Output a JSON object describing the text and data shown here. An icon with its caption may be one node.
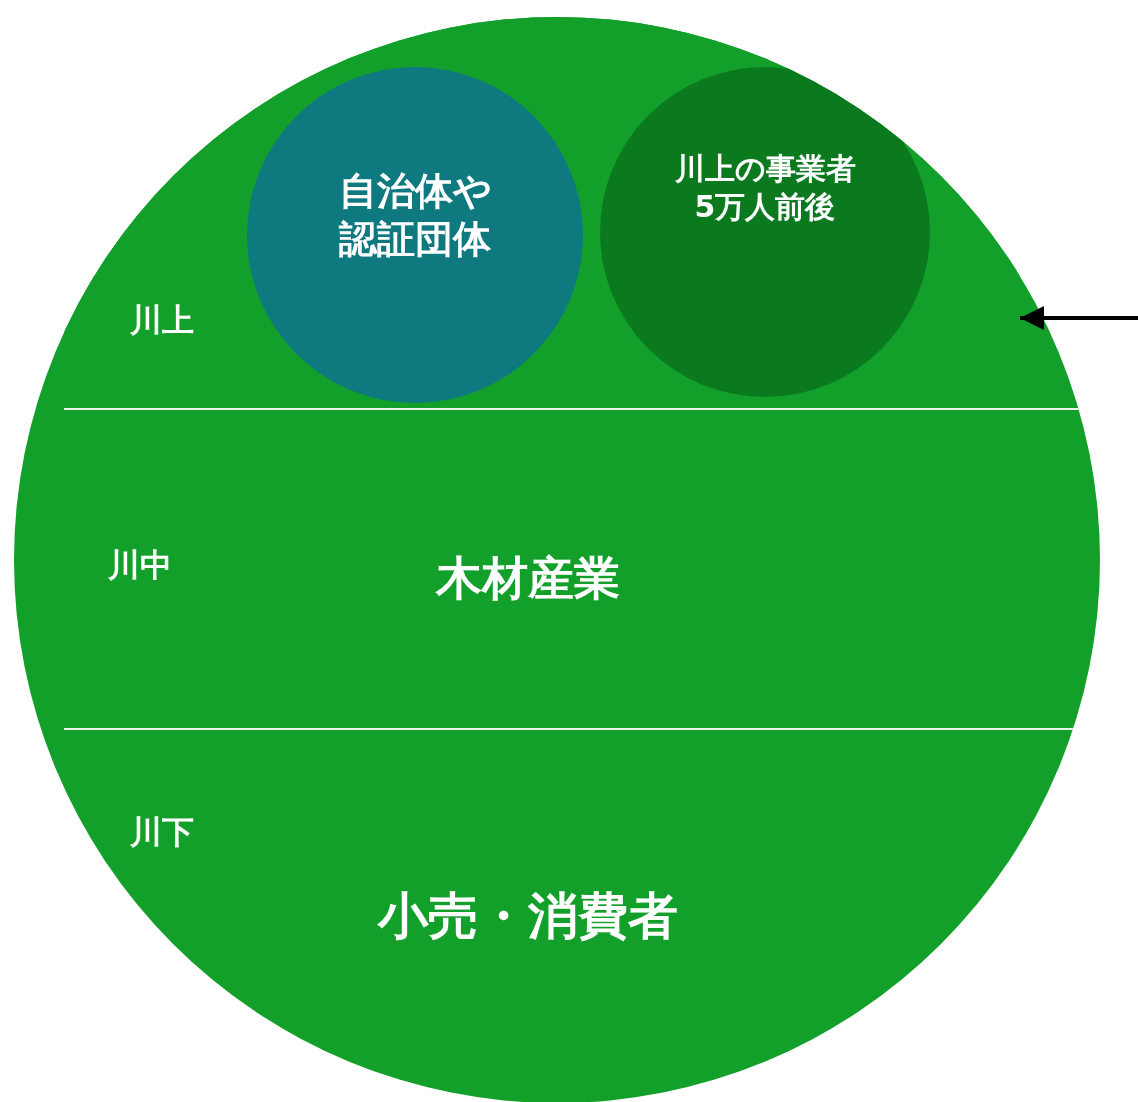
{
  "diagram": {
    "nodes": [
      {
        "text": [],
        "shape": "circle"
      },
      {
        "text": [
          "川上"
        ],
        "in": 0
      },
      {
        "text": [
          "自治体や認証団体"
        ],
        "in": 1
      },
      {
        "text": [
          "川上の事業者5万人前後"
        ],
        "in": 1
      },
      {
        "text": [
          "川中",
          "木材産業"
        ],
        "in": 0
      },
      {
        "text": [
          "川下",
          "小売・消費者"
        ],
        "in": 0
      }
    ],
    "edges": [
      {
        "from": null,
        "to": 1,
        "arrow": "to"
      }
    ]
  }
}
